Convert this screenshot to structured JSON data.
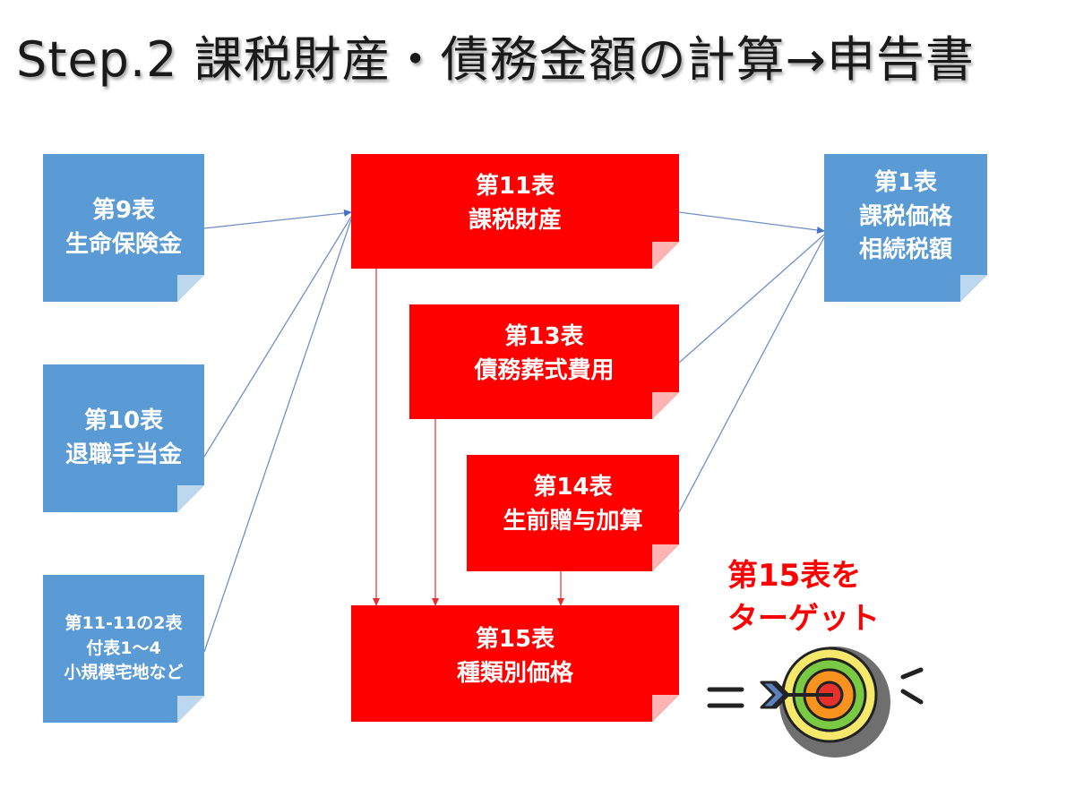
{
  "title": "Step.2 課税財産・債務金額の計算→申告書",
  "colors": {
    "blue": "#5b9bd5",
    "red": "#ff0000",
    "line_blue": "#5b7fbf",
    "line_red": "#e03030"
  },
  "boxes": {
    "t9": {
      "line1": "第9表",
      "line2": "生命保険金"
    },
    "t10": {
      "line1": "第10表",
      "line2": "退職手当金"
    },
    "t11_11": {
      "line1": "第11-11の2表",
      "line2": "付表1～4",
      "line3": "小規模宅地など"
    },
    "t11": {
      "line1": "第11表",
      "line2": "課税財産"
    },
    "t13": {
      "line1": "第13表",
      "line2": "債務葬式費用"
    },
    "t14": {
      "line1": "第14表",
      "line2": "生前贈与加算"
    },
    "t15": {
      "line1": "第15表",
      "line2": "種類別価格"
    },
    "t1": {
      "line1": "第1表",
      "line2": "課税価格",
      "line3": "相続税額"
    }
  },
  "target": {
    "line1": "第15表を",
    "line2": "ターゲット",
    "icon": "dartboard-target-icon"
  }
}
